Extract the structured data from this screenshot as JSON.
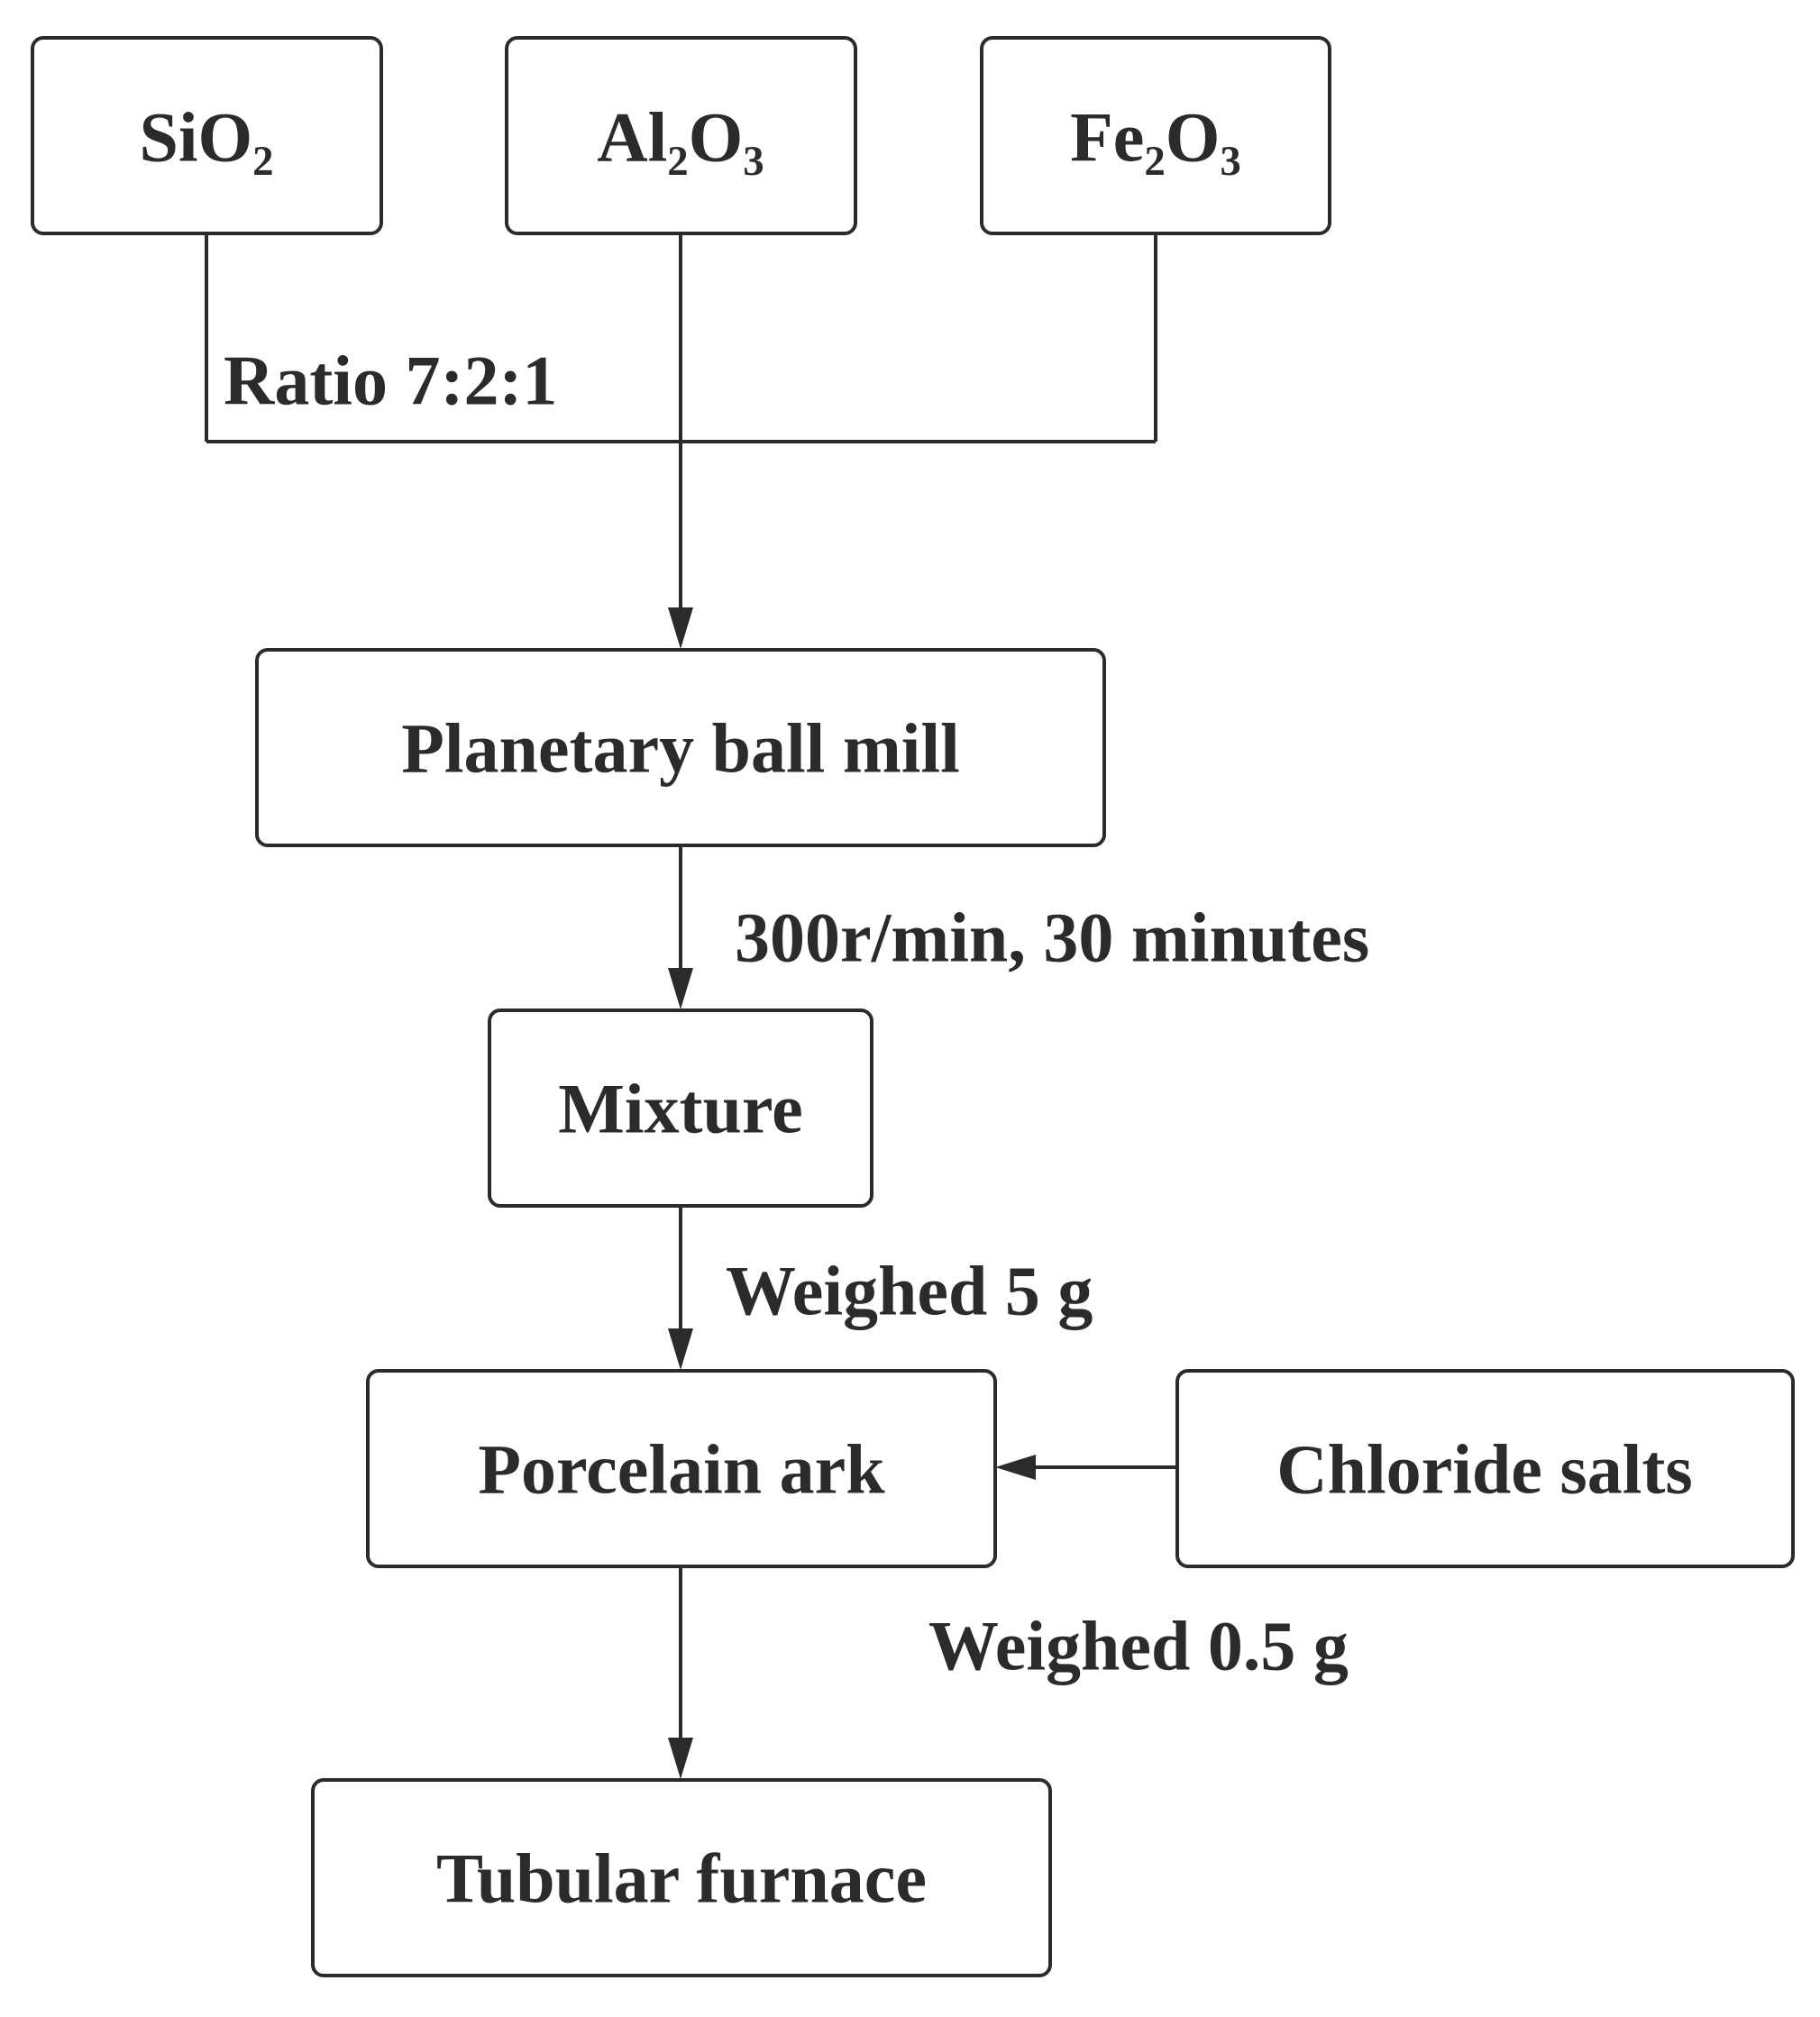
{
  "nodes": {
    "sio2": "SiO₂",
    "al2o3": "Al₂O₃",
    "fe2o3": "Fe₂O₃",
    "ball_mill": "Planetary ball mill",
    "mixture": "Mixture",
    "porcelain_ark": "Porcelain ark",
    "chloride_salts": "Chloride salts",
    "tubular_furnace": "Tubular furnace"
  },
  "edge_labels": {
    "ratio": "Ratio 7:2:1",
    "milling": "300r/min, 30 minutes",
    "weighed_mixture": "Weighed 5 g",
    "weighed_salts": "Weighed 0.5 g"
  }
}
